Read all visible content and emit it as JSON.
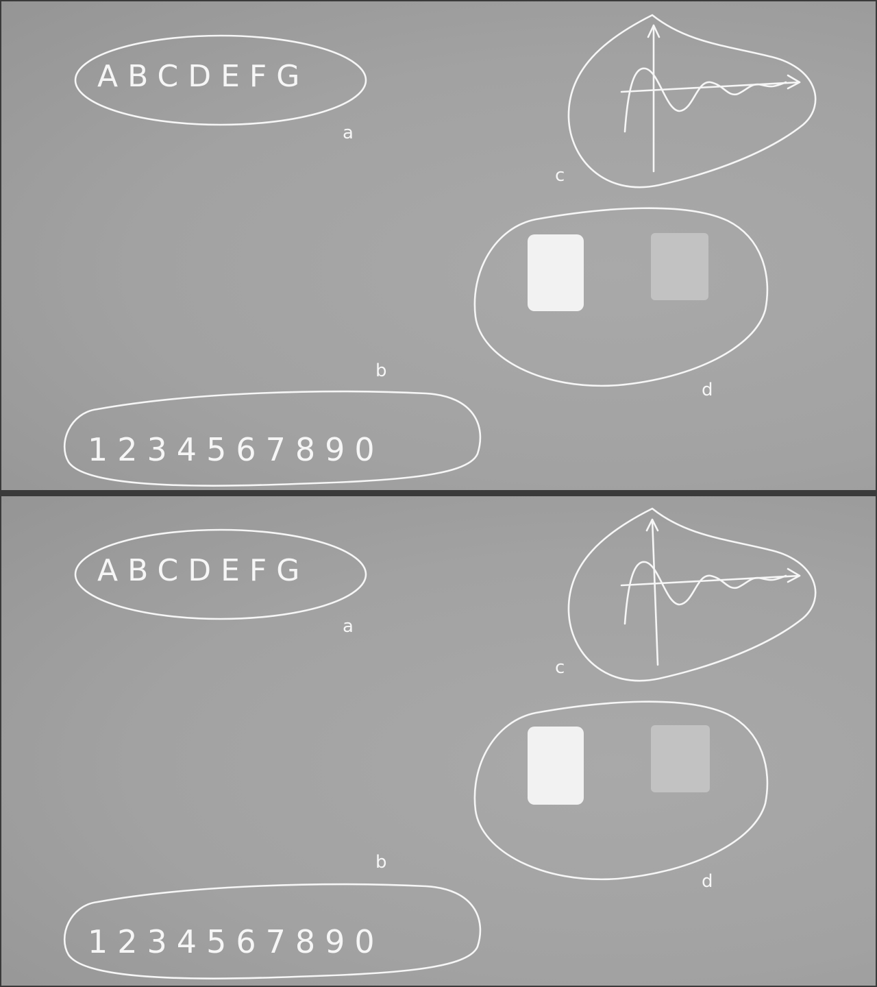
{
  "panels": [
    {
      "id": "top",
      "letters": "ABCDEFG",
      "digits": "1234567890",
      "labels": {
        "a": "a",
        "b": "b",
        "c": "c",
        "d": "d"
      },
      "squares": {
        "bright_color": "#f2f2f2",
        "dim_color": "#c2c2c2"
      }
    },
    {
      "id": "bottom",
      "letters": "ABCDEFG",
      "digits": "1234567890",
      "labels": {
        "a": "a",
        "b": "b",
        "c": "c",
        "d": "d"
      },
      "squares": {
        "bright_color": "#f2f2f2",
        "dim_color": "#c2c2c2"
      }
    }
  ],
  "colors": {
    "chalk": "#f6f6f6",
    "board": "#a5a5a5",
    "frame": "#3a3a3a"
  }
}
